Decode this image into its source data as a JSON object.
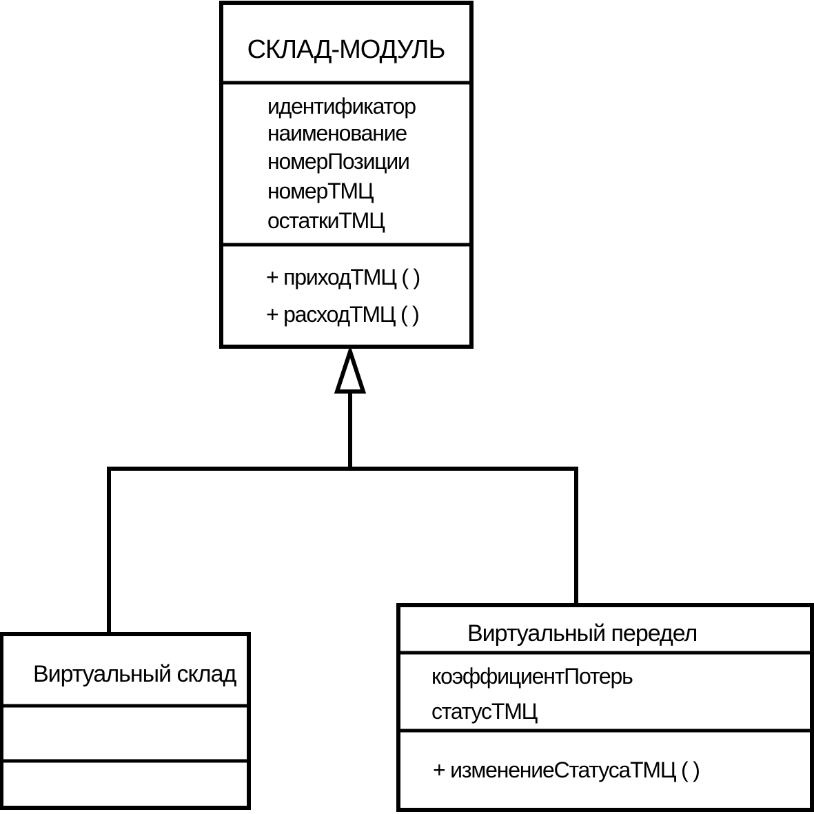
{
  "base_class": {
    "name": "СКЛАД-МОДУЛЬ",
    "attributes": [
      "идентификатор",
      "наименование",
      "номерПозиции",
      "номерТМЦ",
      "остаткиТМЦ"
    ],
    "operations": [
      "+ приходТМЦ ( )",
      "+ расходТМЦ ( )"
    ]
  },
  "subclasses": [
    {
      "name": "Виртуальный склад",
      "attributes": [],
      "operations": []
    },
    {
      "name": "Виртуальный передел",
      "attributes": [
        "коэффициентПотерь",
        "статусТМЦ"
      ],
      "operations": [
        "+ изменениеСтатусаТМЦ ( )"
      ]
    }
  ],
  "relationship": {
    "type": "generalization",
    "arrow": "hollow-triangle"
  }
}
